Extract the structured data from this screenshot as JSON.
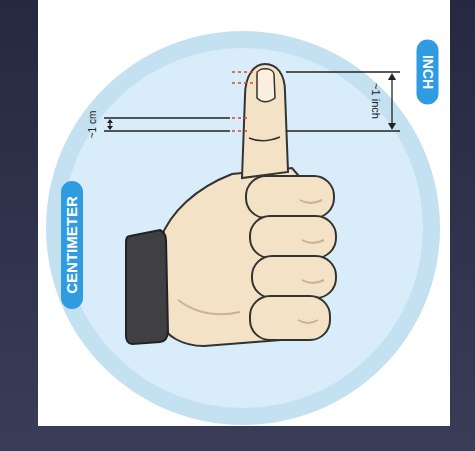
{
  "diagram": {
    "nodes": [
      {
        "text": [
          "INCH"
        ]
      },
      {
        "text": [
          "CENTIMETER"
        ]
      }
    ],
    "labels": [
      "~1 inch",
      "~1 cm"
    ]
  }
}
